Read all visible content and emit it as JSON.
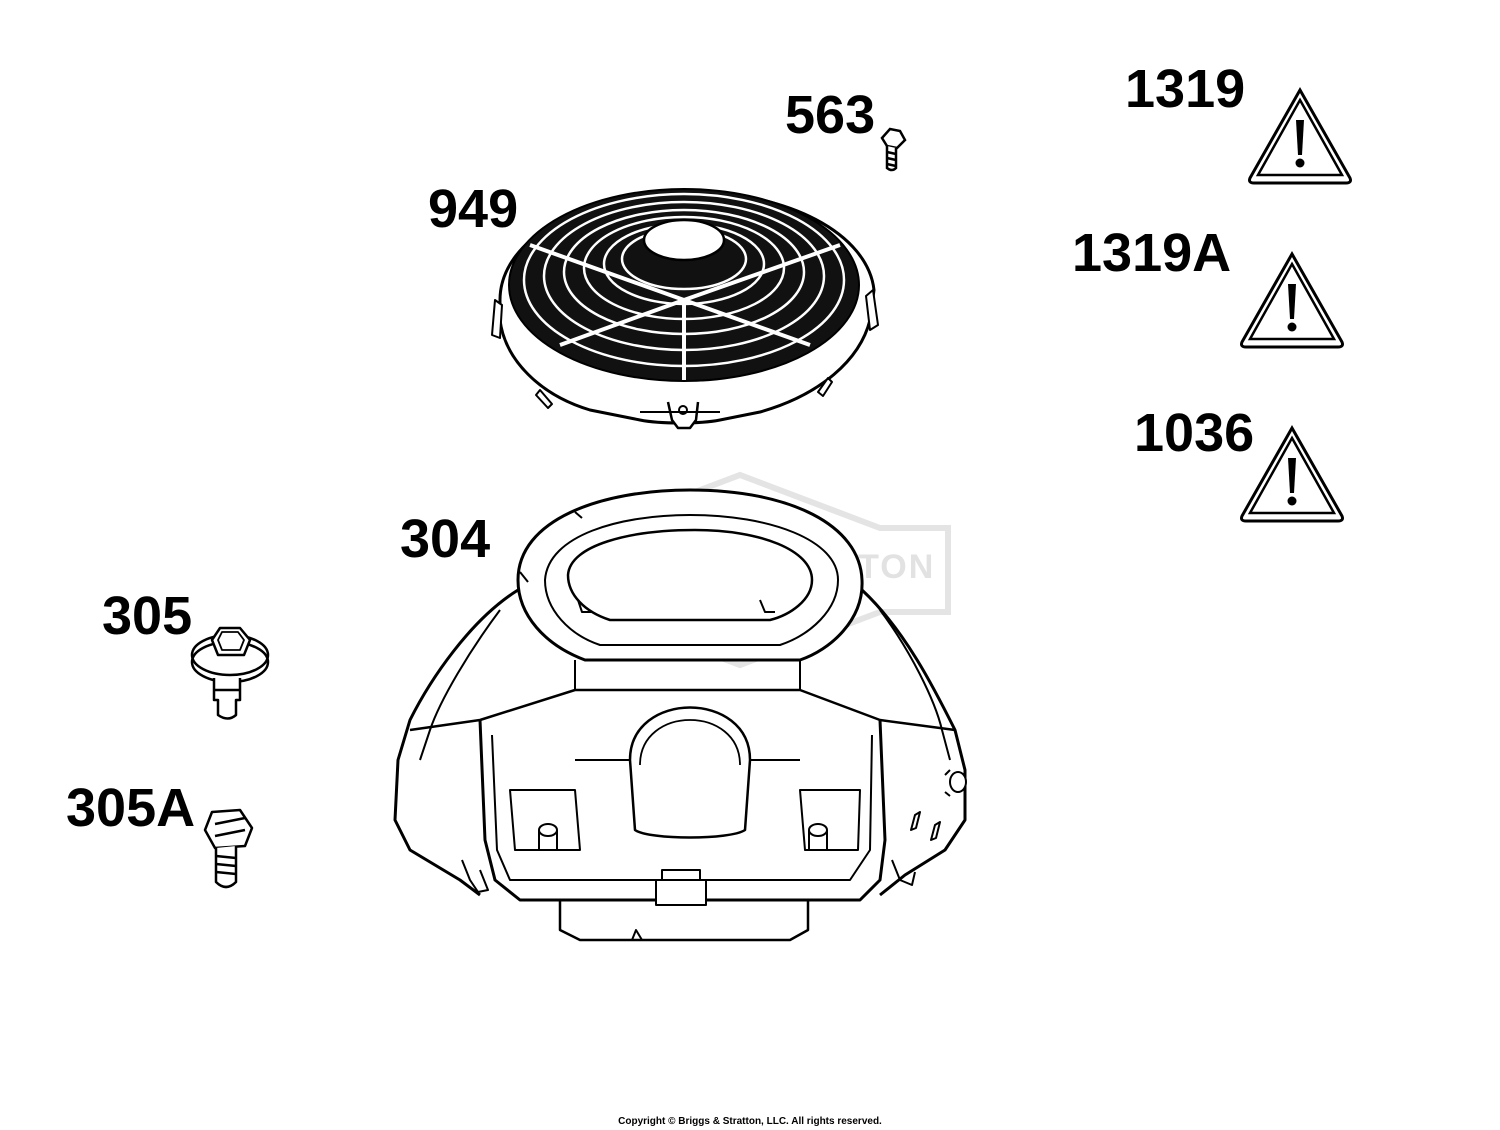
{
  "watermark": "BRIGGS&STRATTON",
  "callouts": {
    "p563": "563",
    "p949": "949",
    "p1319": "1319",
    "p1319a": "1319A",
    "p1036": "1036",
    "p304": "304",
    "p305": "305",
    "p305a": "305A"
  },
  "footer": {
    "copyright": "Copyright © Briggs & Stratton, LLC. All rights reserved."
  },
  "icons": {
    "warning": "warning-triangle-icon"
  },
  "colors": {
    "line": "#000000",
    "watermark": "#e2e2e2",
    "background": "#ffffff"
  }
}
